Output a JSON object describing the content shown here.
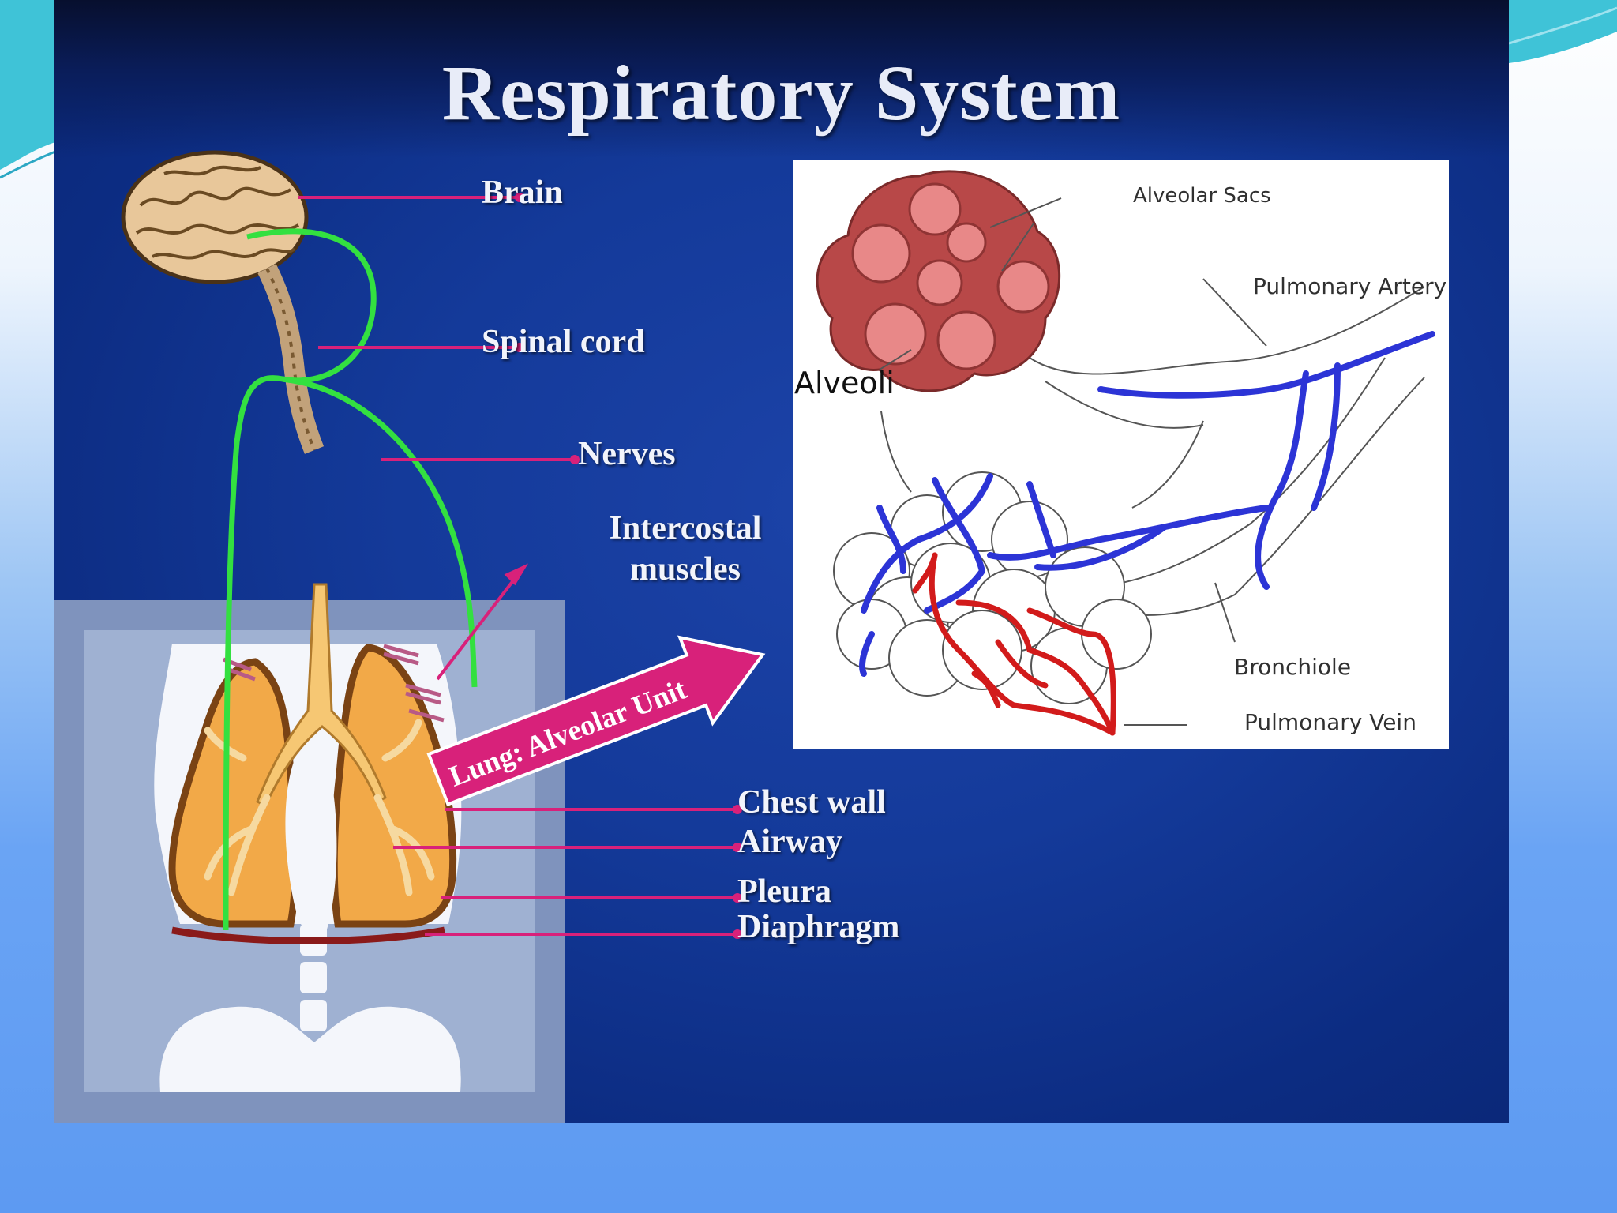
{
  "title": "Respiratory System",
  "labels": {
    "brain": "Brain",
    "spinal_cord": "Spinal cord",
    "nerves": "Nerves",
    "intercostal_line1": "Intercostal",
    "intercostal_line2": "muscles",
    "arrow": "Lung: Alveolar Unit",
    "chest_wall": "Chest wall",
    "airway": "Airway",
    "pleura": "Pleura",
    "diaphragm": "Diaphragm"
  },
  "inset": {
    "alveolar_sacs": "Alveolar Sacs",
    "pulmonary_artery": "Pulmonary Artery",
    "alveoli": "Alveoli",
    "bronchiole": "Bronchiole",
    "pulmonary_vein": "Pulmonary Vein"
  },
  "colors": {
    "slide_bg": "#143a9a",
    "nerve": "#33e040",
    "pointer": "#d8217a",
    "vein_blue": "#2c34d6",
    "vein_red": "#d21b1b",
    "sac": "#c24d4d",
    "lung": "#f2a948"
  }
}
